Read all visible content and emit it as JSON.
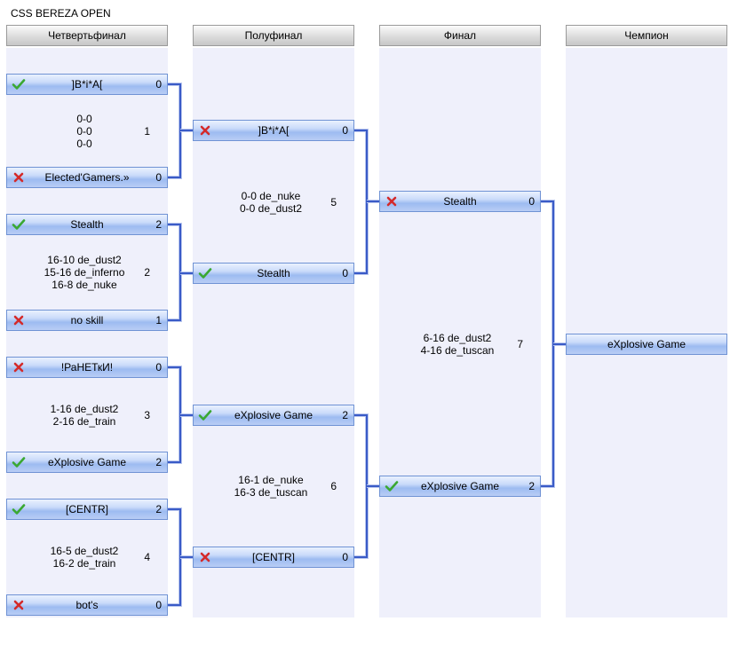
{
  "title": "CSS BEREZA OPEN",
  "columns": [
    "Четвертьфинал",
    "Полуфинал",
    "Финал",
    "Чемпион"
  ],
  "quarterfinals": [
    {
      "number": "1",
      "maps": [
        "0-0",
        "0-0",
        "0-0"
      ],
      "team1": {
        "name": "]B*i*A[",
        "score": "0",
        "result": "win"
      },
      "team2": {
        "name": "Elected'Gamers.»",
        "score": "0",
        "result": "loss"
      }
    },
    {
      "number": "2",
      "maps": [
        "16-10 de_dust2",
        "15-16 de_inferno",
        "16-8 de_nuke"
      ],
      "team1": {
        "name": "Stealth",
        "score": "2",
        "result": "win"
      },
      "team2": {
        "name": "no skill",
        "score": "1",
        "result": "loss"
      }
    },
    {
      "number": "3",
      "maps": [
        "1-16 de_dust2",
        "2-16 de_train"
      ],
      "team1": {
        "name": "!РаНЕТкИ!",
        "score": "0",
        "result": "loss"
      },
      "team2": {
        "name": "eXplosive Game",
        "score": "2",
        "result": "win"
      }
    },
    {
      "number": "4",
      "maps": [
        "16-5 de_dust2",
        "16-2 de_train"
      ],
      "team1": {
        "name": "[CENTR]",
        "score": "2",
        "result": "win"
      },
      "team2": {
        "name": "bot's",
        "score": "0",
        "result": "loss"
      }
    }
  ],
  "semifinals": [
    {
      "number": "5",
      "maps": [
        "0-0 de_nuke",
        "0-0 de_dust2"
      ],
      "team1": {
        "name": "]B*i*A[",
        "score": "0",
        "result": "loss"
      },
      "team2": {
        "name": "Stealth",
        "score": "0",
        "result": "win"
      }
    },
    {
      "number": "6",
      "maps": [
        "16-1 de_nuke",
        "16-3 de_tuscan"
      ],
      "team1": {
        "name": "eXplosive Game",
        "score": "2",
        "result": "win"
      },
      "team2": {
        "name": "[CENTR]",
        "score": "0",
        "result": "loss"
      }
    }
  ],
  "final": {
    "number": "7",
    "maps": [
      "6-16 de_dust2",
      "4-16 de_tuscan"
    ],
    "team1": {
      "name": "Stealth",
      "score": "0",
      "result": "loss"
    },
    "team2": {
      "name": "eXplosive Game",
      "score": "2",
      "result": "win"
    }
  },
  "champion": {
    "name": "eXplosive Game"
  },
  "colors": {
    "connector": "#3a5bc7",
    "win": "#3aa832",
    "loss": "#d42a2a",
    "column_bg": "#eff0fb"
  }
}
